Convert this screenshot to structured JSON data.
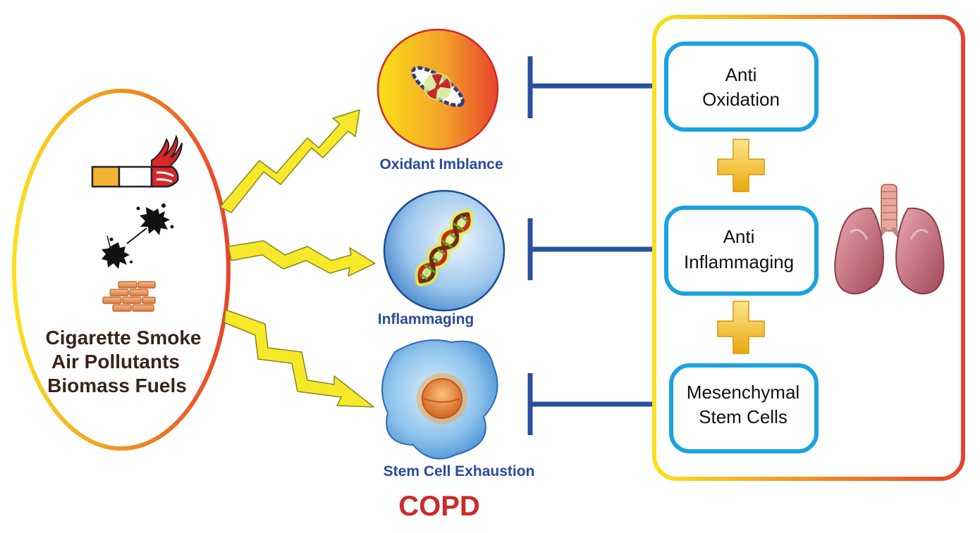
{
  "risk_factors": {
    "icons": [
      "cigarette-icon",
      "pollution-splatter-icon",
      "biomass-bricks-icon"
    ],
    "lines": [
      "Cigarette Smoke",
      "Air Pollutants",
      "Biomass Fuels"
    ]
  },
  "mechanisms": [
    {
      "label": "Oxidant Imblance",
      "icon": "radiation-icon"
    },
    {
      "label": "Inflammaging",
      "icon": "dna-icon"
    },
    {
      "label": "Stem Cell Exhaustion",
      "icon": "stem-cell-icon"
    }
  ],
  "disease": {
    "title": "COPD"
  },
  "therapies": [
    {
      "lines": [
        "Anti",
        "Oxidation"
      ]
    },
    {
      "lines": [
        "Anti",
        "Inflammaging"
      ]
    },
    {
      "lines": [
        "Mesenchymal",
        "Stem Cells"
      ]
    }
  ],
  "therapy_icon": "lungs-icon",
  "colors": {
    "gradient_start": "#f9e11c",
    "gradient_end": "#e8432c",
    "inhibit_line": "#2a4f9e",
    "therapy_border": "#1aa3e0",
    "bolt": "#f5e92a",
    "mechanism_text": "#2a4a9a",
    "disease_text": "#cc2a2a"
  }
}
